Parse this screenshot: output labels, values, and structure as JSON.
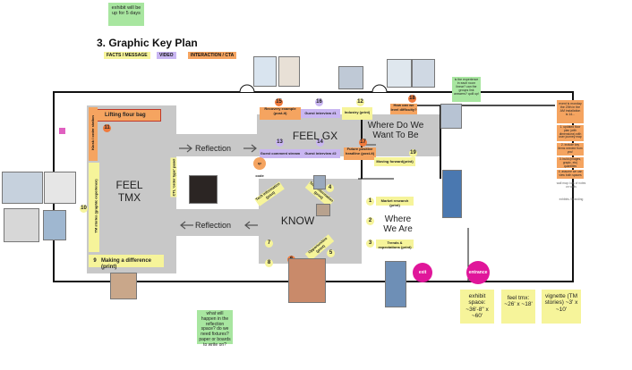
{
  "header": {
    "exhibit_note": "exhibit will be up for 5 days",
    "title": "3. Graphic Key Plan"
  },
  "legend": {
    "facts": "FACTS / MESSAGE",
    "video": "VIDEO",
    "interaction": "INTERACTION / CTA"
  },
  "zones": {
    "feel_tmx": "FEEL TMX",
    "feel_gx": "FEEL GX",
    "know": "KNOW",
    "where_we_are": "Where We Are",
    "where_do_we_want": "Where Do We Want To Be",
    "reflection_top": "Reflection",
    "reflection_bottom": "Reflection",
    "ctl_label": "CTL 'order type' panel"
  },
  "left_area": {
    "lifting_flour_bag": "Lifting flour bag",
    "kiosk": "Kiosk / order station",
    "tm_stories": "TM stories (graphic experience)",
    "making_difference": "Making a difference (print)"
  },
  "top_boxes": {
    "recovery": "Recovery example (post-it)",
    "guest_interview_1": "Guest interview #1",
    "industry": "Industry (print)",
    "level_difficulty": "How can we level difficulty?",
    "guest_comment": "Guest comment stream",
    "guest_interview_2": "Guest interview #2",
    "future_positive": "Future positive headline (post-it)",
    "moving_forward": "Moving forward(print)"
  },
  "know_boxes": {
    "tech_stat": "Tech information (print)",
    "team_stat": "Team information (print)",
    "opportunities": "Opportunities (print)",
    "market_research": "Market research (print)",
    "trends": "Trends & expectations (print)"
  },
  "numbers": [
    "1",
    "2",
    "3",
    "4",
    "5",
    "6",
    "7",
    "8",
    "9",
    "10",
    "11",
    "12",
    "13",
    "14",
    "15",
    "16",
    "17",
    "18",
    "19"
  ],
  "circles": {
    "exit": "exit",
    "entrance": "entrance",
    "qr_code": "qr code"
  },
  "side_notes": {
    "inspiration": "is the experience in each room linear? can the groups link answers? quill up!",
    "event_notes": "event is monday the 20th in the AM installation is 14...",
    "step1": "1. updated floor plan (with dimensions) with user journey map",
    "step2": "2. include key items needed from you!",
    "step3": "3. build (images, grapic, etc) quantities",
    "step4": "4. assume we can view both spaces",
    "wall_note": "wall map: lots of notes on walls",
    "materials": "exhibits / branding",
    "reflection_q": "what will happen in the reflection space? do we need fixtures? paper or boards to write on?"
  },
  "dimensions": {
    "exhibit": "exhibit space: ~36'-8\" x ~60'",
    "feel": "feel tmx: ~26' x ~18'",
    "vignette": "vignette (TM stories) ~3' x ~10'"
  },
  "colors": {
    "facts": "#f6f49a",
    "video": "#c9b6f2",
    "interaction": "#f5a460",
    "number_circle": "#f07a3c",
    "exit": "#e0169a",
    "floor": "#c8c8c8"
  }
}
